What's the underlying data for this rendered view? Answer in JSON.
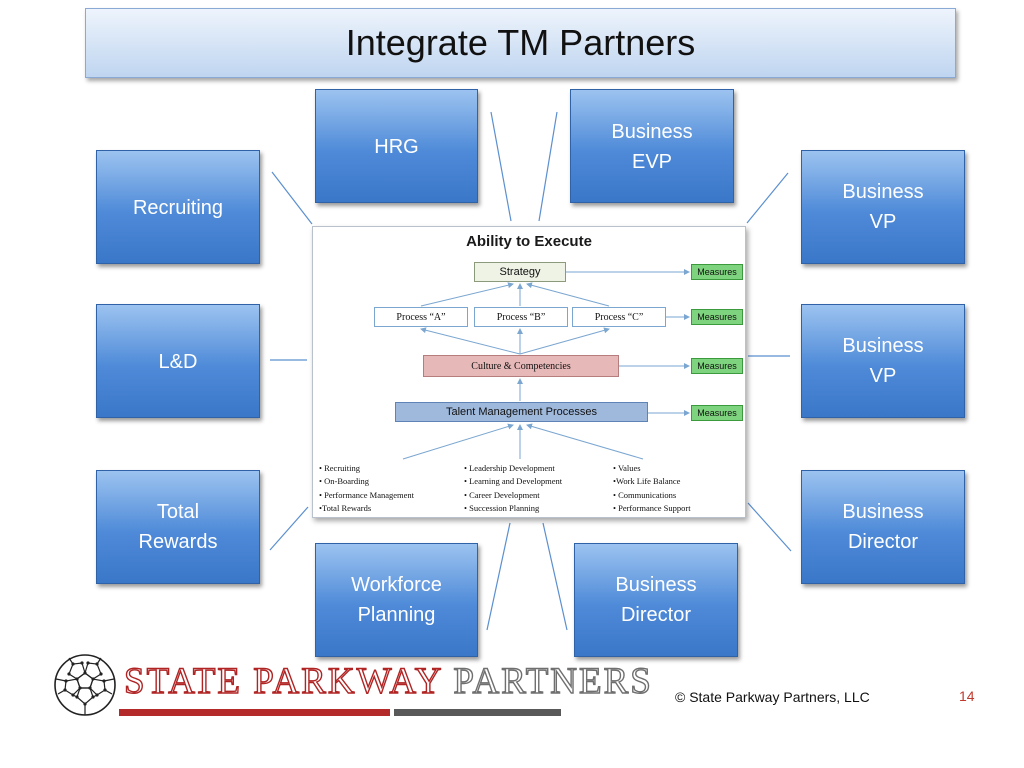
{
  "title": "Integrate TM Partners",
  "nodes": {
    "recruiting": "Recruiting",
    "ld": "L&D",
    "total_rewards": "Total\nRewards",
    "hrg": "HRG",
    "business_evp": "Business\nEVP",
    "business_vp_top": "Business\nVP",
    "business_vp_mid": "Business\nVP",
    "business_director_right": "Business\nDirector",
    "workforce_planning": "Workforce\nPlanning",
    "business_director_bottom": "Business\nDirector"
  },
  "figure": {
    "title": "Ability to Execute",
    "strategy": "Strategy",
    "processes": [
      "Process “A”",
      "Process “B”",
      "Process “C”"
    ],
    "culture": "Culture & Competencies",
    "talent": "Talent Management Processes",
    "measures": [
      "Measures",
      "Measures",
      "Measures",
      "Measures"
    ],
    "columns": [
      [
        "• Recruiting",
        "• On-Boarding",
        "• Performance Management",
        "•Total Rewards"
      ],
      [
        "• Leadership Development",
        "• Learning and Development",
        "• Career Development",
        "• Succession Planning"
      ],
      [
        "• Values",
        "•Work Life Balance",
        "• Communications",
        "• Performance Support"
      ]
    ]
  },
  "footer": {
    "logo_word1": "STATE PARKWAY",
    "logo_word2": "PARTNERS",
    "copyright": "© State Parkway Partners, LLC",
    "page_number": "14"
  }
}
